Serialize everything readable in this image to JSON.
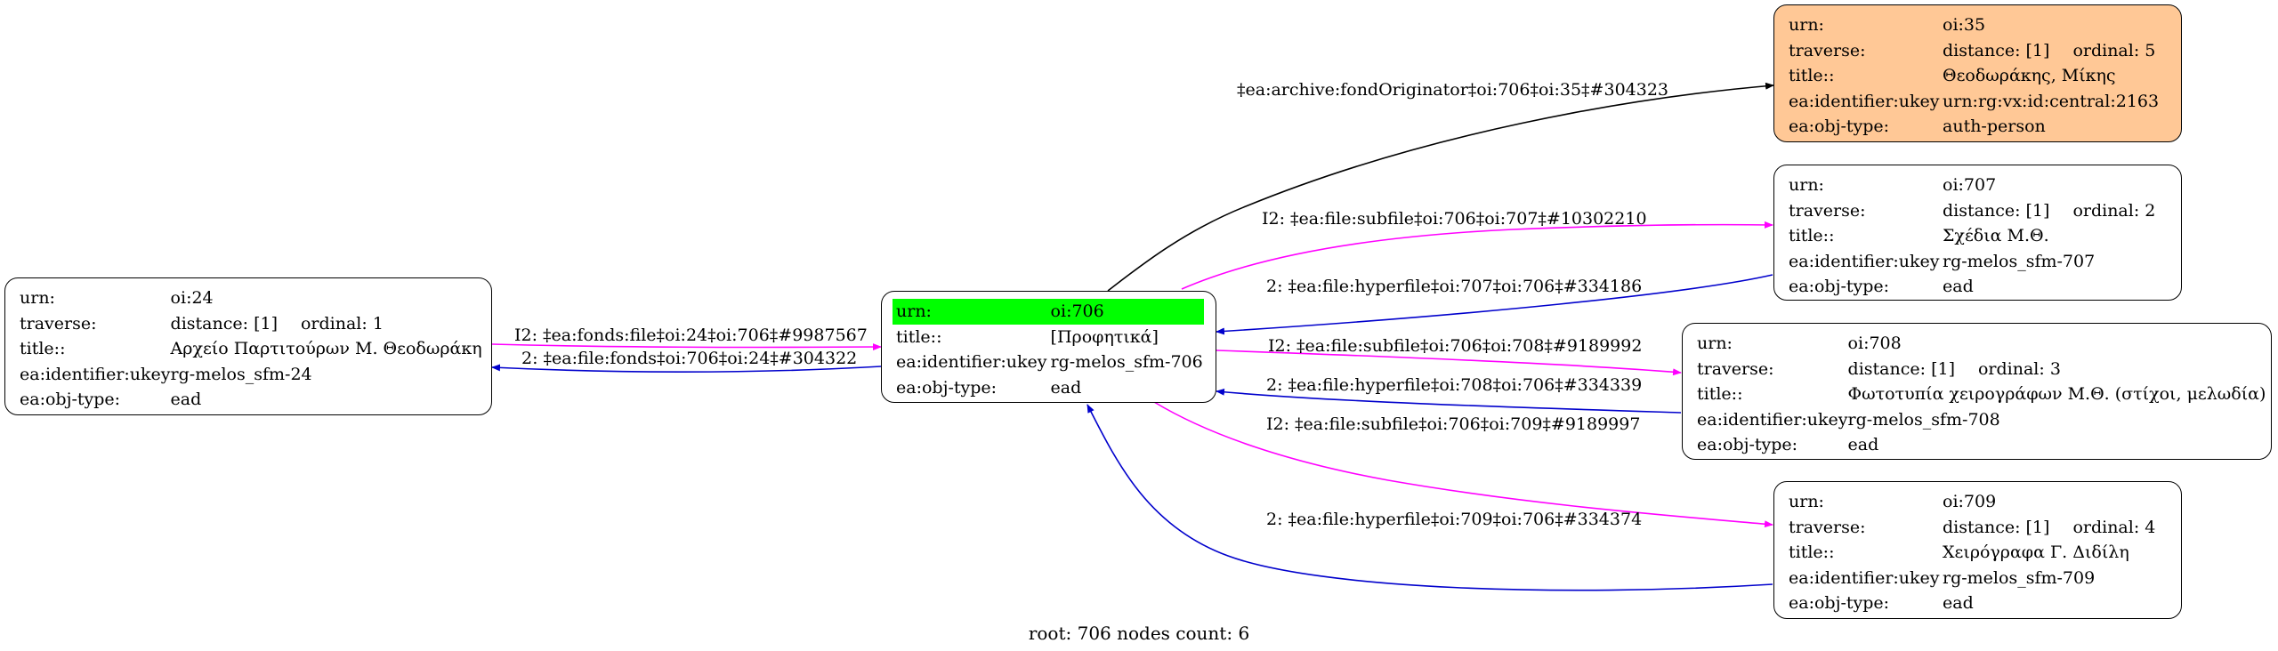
{
  "colors": {
    "auth_person_fill": "#ffc896",
    "root_highlight": "#00ff00",
    "edge_magenta": "#ff00ff",
    "edge_blue": "#0000cc",
    "edge_black": "#000000"
  },
  "nodes": {
    "oi24": {
      "urn_key": "urn:",
      "urn": "oi:24",
      "traverse_key": "traverse:",
      "distance": "distance: [1]",
      "ordinal": "ordinal: 1",
      "title_key": "title::",
      "title": "Αρχείο Παρτιτούρων Μ. Θεοδωράκη",
      "ukey_key": "ea:identifier:ukey",
      "ukey": "rg-melos_sfm-24",
      "type_key": "ea:obj-type:",
      "type": "ead"
    },
    "oi706": {
      "urn_key": "urn:",
      "urn": "oi:706",
      "title_key": "title::",
      "title": "[Προφητικά]",
      "ukey_key": "ea:identifier:ukey",
      "ukey": "rg-melos_sfm-706",
      "type_key": "ea:obj-type:",
      "type": "ead"
    },
    "oi35": {
      "urn_key": "urn:",
      "urn": "oi:35",
      "traverse_key": "traverse:",
      "distance": "distance: [1]",
      "ordinal": "ordinal: 5",
      "title_key": "title::",
      "title": "Θεοδωράκης, Μίκης",
      "ukey_key": "ea:identifier:ukey",
      "ukey": "urn:rg:vx:id:central:2163",
      "type_key": "ea:obj-type:",
      "type": "auth-person"
    },
    "oi707": {
      "urn_key": "urn:",
      "urn": "oi:707",
      "traverse_key": "traverse:",
      "distance": "distance: [1]",
      "ordinal": "ordinal: 2",
      "title_key": "title::",
      "title": "Σχέδια Μ.Θ.",
      "ukey_key": "ea:identifier:ukey",
      "ukey": "rg-melos_sfm-707",
      "type_key": "ea:obj-type:",
      "type": "ead"
    },
    "oi708": {
      "urn_key": "urn:",
      "urn": "oi:708",
      "traverse_key": "traverse:",
      "distance": "distance: [1]",
      "ordinal": "ordinal: 3",
      "title_key": "title::",
      "title": "Φωτοτυπία χειρογράφων Μ.Θ. (στίχοι, μελωδία)",
      "ukey_key": "ea:identifier:ukey",
      "ukey": "rg-melos_sfm-708",
      "type_key": "ea:obj-type:",
      "type": "ead"
    },
    "oi709": {
      "urn_key": "urn:",
      "urn": "oi:709",
      "traverse_key": "traverse:",
      "distance": "distance: [1]",
      "ordinal": "ordinal: 4",
      "title_key": "title::",
      "title": "Χειρόγραφα Γ. Διδίλη",
      "ukey_key": "ea:identifier:ukey",
      "ukey": "rg-melos_sfm-709",
      "type_key": "ea:obj-type:",
      "type": "ead"
    }
  },
  "edges": {
    "fond_originator": "‡ea:archive:fondOriginator‡oi:706‡oi:35‡#304323",
    "subfile_707": "I2: ‡ea:file:subfile‡oi:706‡oi:707‡#10302210",
    "hyperfile_707": "2: ‡ea:file:hyperfile‡oi:707‡oi:706‡#334186",
    "subfile_708": "I2: ‡ea:file:subfile‡oi:706‡oi:708‡#9189992",
    "hyperfile_708": "2: ‡ea:file:hyperfile‡oi:708‡oi:706‡#334339",
    "subfile_709": "I2: ‡ea:file:subfile‡oi:706‡oi:709‡#9189997",
    "hyperfile_709": "2: ‡ea:file:hyperfile‡oi:709‡oi:706‡#334374",
    "fonds_file": "I2: ‡ea:fonds:file‡oi:24‡oi:706‡#9987567",
    "file_fonds": "2: ‡ea:file:fonds‡oi:706‡oi:24‡#304322"
  },
  "footer": "root: 706 nodes count: 6"
}
